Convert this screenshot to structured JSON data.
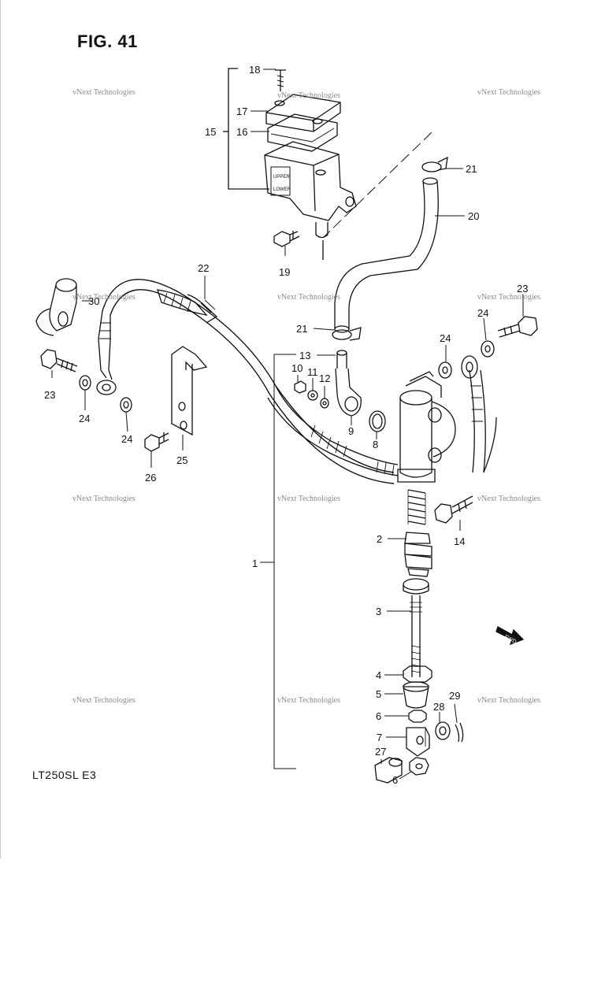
{
  "figure": {
    "title": "FIG. 41",
    "model": "LT250SL  E3"
  },
  "watermark": "vNext Technologies",
  "fwd_label": "FWD",
  "callouts": [
    "1",
    "2",
    "3",
    "4",
    "5",
    "6",
    "6",
    "7",
    "8",
    "9",
    "10",
    "11",
    "12",
    "13",
    "14",
    "15",
    "16",
    "17",
    "18",
    "19",
    "20",
    "21",
    "21",
    "22",
    "23",
    "23",
    "24",
    "24",
    "24",
    "24",
    "25",
    "26",
    "27",
    "28",
    "29",
    "30"
  ],
  "colors": {
    "line": "#111111",
    "watermark": "#8a8a8a",
    "background": "#ffffff"
  }
}
